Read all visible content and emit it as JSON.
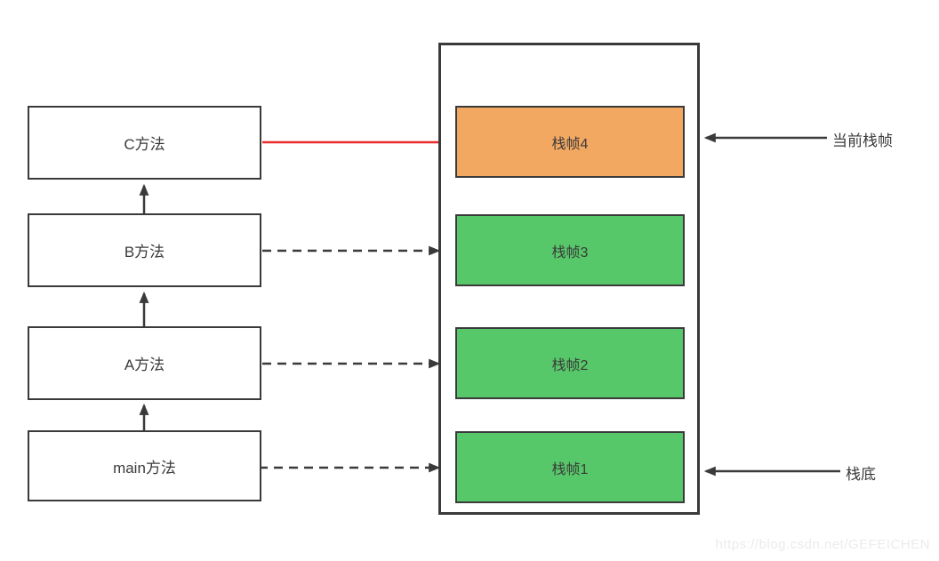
{
  "diagram": {
    "title_semantic": "JVM method call stack frames diagram",
    "left_methods": [
      {
        "label": "C方法"
      },
      {
        "label": "B方法"
      },
      {
        "label": "A方法"
      },
      {
        "label": "main方法"
      }
    ],
    "stack_frames": [
      {
        "label": "栈帧4",
        "fill": "#f2a860",
        "state": "current"
      },
      {
        "label": "栈帧3",
        "fill": "#57c869",
        "state": "normal"
      },
      {
        "label": "栈帧2",
        "fill": "#57c869",
        "state": "normal"
      },
      {
        "label": "栈帧1",
        "fill": "#57c869",
        "state": "normal"
      }
    ],
    "annotations": {
      "current_frame_label": "当前栈帧",
      "stack_bottom_label": "栈底"
    },
    "colors": {
      "current_frame_fill": "#f2a860",
      "frame_fill": "#57c869",
      "active_call_arrow": "#e92b2b",
      "line_color": "#3a3a3a"
    },
    "watermark": "https://blog.csdn.net/GEFEICHEN"
  }
}
